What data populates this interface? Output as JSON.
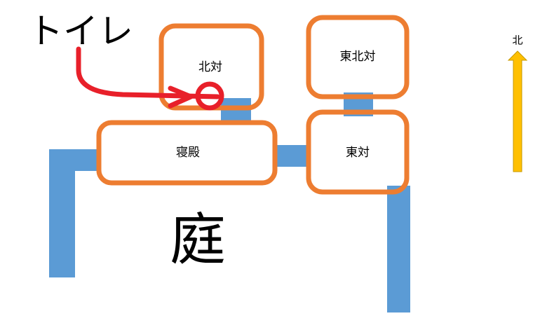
{
  "labels": {
    "toilet": "トイレ",
    "kita_no_tai": "北対",
    "higashi_kita_no_tai": "東北対",
    "higashi_no_tai": "東対",
    "shinden": "寝殿",
    "garden": "庭",
    "north": "北"
  },
  "colors": {
    "building_border": "#ED7D31",
    "corridor": "#5B9BD5",
    "annotation": "#E8202A",
    "north_arrow": "#FFC000"
  }
}
